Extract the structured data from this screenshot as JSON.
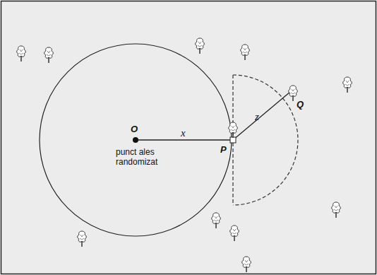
{
  "diagram": {
    "labels": [
      "O",
      "punct ales randomizat",
      "x",
      "P",
      "z",
      "Q"
    ]
  }
}
